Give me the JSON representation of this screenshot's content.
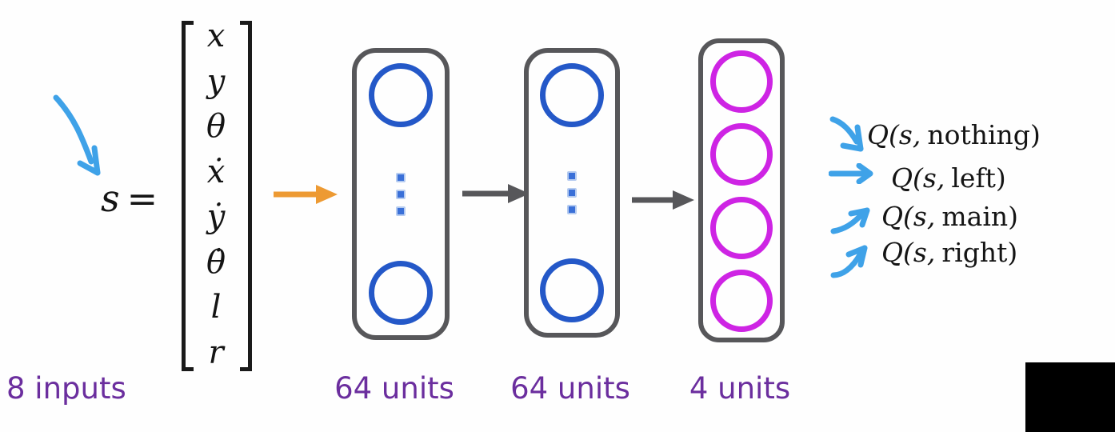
{
  "diagram": {
    "state": {
      "symbol": "s",
      "equals": "=",
      "vector": [
        "x",
        "y",
        "θ",
        "ẋ",
        "ẏ",
        "θ̇",
        "l",
        "r"
      ]
    },
    "input_label": "8 inputs",
    "layers": [
      {
        "label": "64 units",
        "type": "hidden"
      },
      {
        "label": "64 units",
        "type": "hidden"
      },
      {
        "label": "4 units",
        "type": "output"
      }
    ],
    "outputs": [
      {
        "prefix": "Q(s,",
        "action": "nothing",
        "suffix": ")"
      },
      {
        "prefix": "Q(s,",
        "action": "left",
        "suffix": ")"
      },
      {
        "prefix": "Q(s,",
        "action": "main",
        "suffix": ")"
      },
      {
        "prefix": "Q(s,",
        "action": "right",
        "suffix": ")"
      }
    ],
    "colors": {
      "hidden_unit_blue": "#2458c8",
      "output_unit_magenta": "#ce24e4",
      "label_purple": "#6b2e9e",
      "input_arrow_orange": "#ed9a33",
      "layer_arrow_gray": "#57575a",
      "annotation_arrow_blue": "#3fa2e8"
    }
  }
}
